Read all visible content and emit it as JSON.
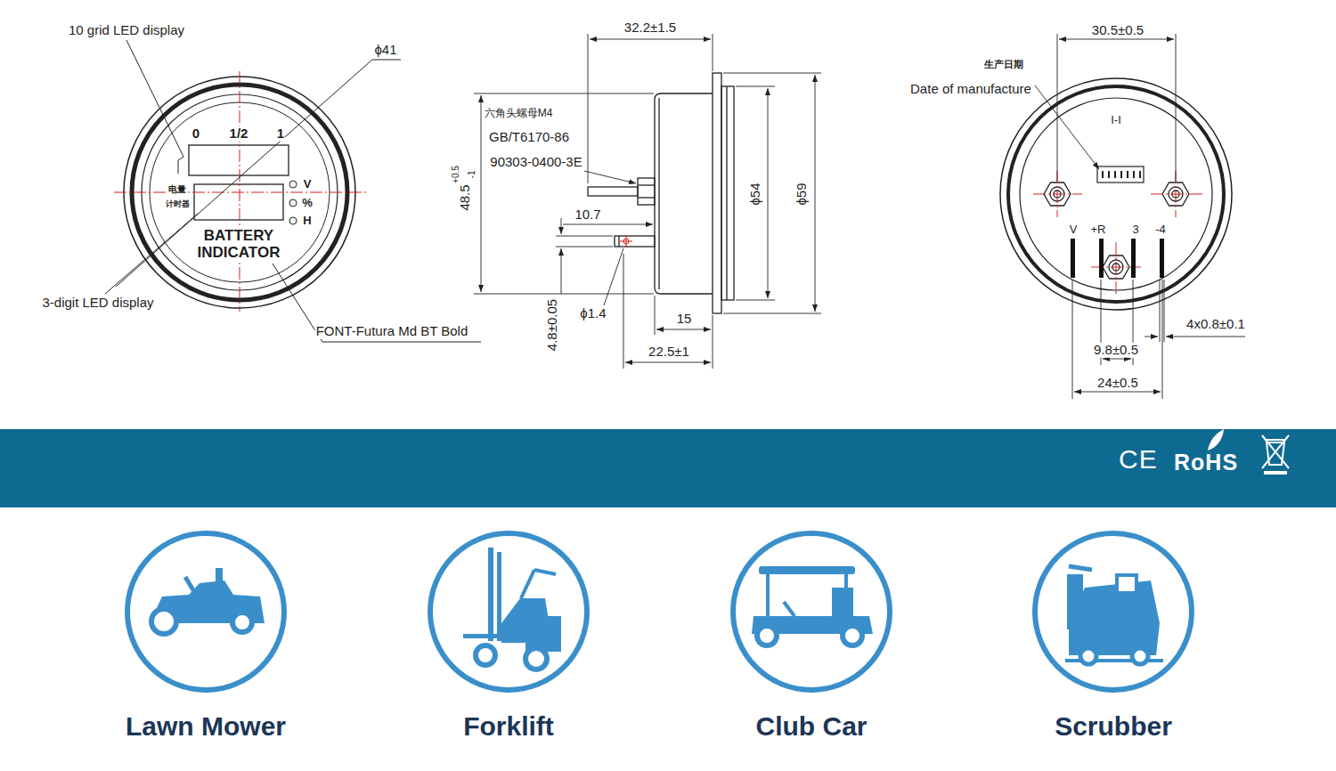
{
  "diagram": {
    "nodes": [
      {
        "text": [
          "CE",
          "RoHS"
        ]
      },
      {
        "text": [
          "Lawn Mower"
        ]
      },
      {
        "text": [
          "Forklift"
        ]
      },
      {
        "text": [
          "Club Car"
        ]
      },
      {
        "text": [
          "Scrubber"
        ]
      }
    ],
    "labels": [
      "10 grid LED display",
      "ϕ41",
      "0",
      "1/2",
      "1",
      "电量",
      "计时器",
      "V",
      "%",
      "H",
      "BATTERY INDICATOR",
      "3-digit LED display",
      "FONT-Futura Md BT Bold",
      "32.2±1.5",
      "六角头螺母M4",
      "GB/T6170-86",
      "90303-0400-3E",
      "48.5",
      "+0.5",
      "-1",
      "10.7",
      "ϕ54",
      "ϕ59",
      "4.8±0.05",
      "ϕ1.4",
      "15",
      "22.5±1",
      "生产日期",
      "Date of manufacture",
      "30.5±0.5",
      "I-I",
      "V",
      "+R",
      "3",
      "-4",
      "4x0.8±0.1",
      "9.8±0.5",
      "24±0.5"
    ]
  }
}
